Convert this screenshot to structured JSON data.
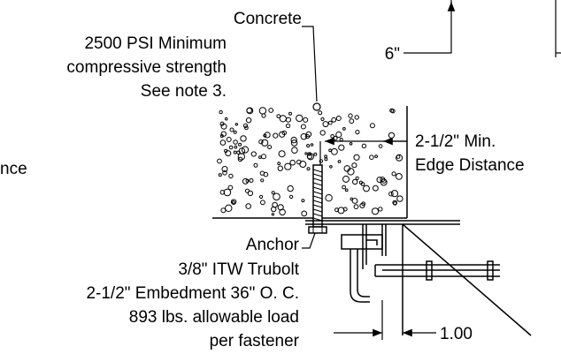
{
  "concrete_label": {
    "line1": "Concrete",
    "line2": "2500 PSI Minimum",
    "line3": "compressive strength",
    "line4": "See note 3."
  },
  "dimension_top": "6\"",
  "edge_label": {
    "line1": "2-1/2\" Min.",
    "line2": "Edge Distance"
  },
  "left_partial_text": "nce",
  "anchor_label": {
    "line1": "Anchor",
    "line2": "3/8\" ITW Trubolt",
    "line3": "2-1/2\" Embedment 36\" O. C.",
    "line4": "893 lbs. allowable load",
    "line5": "per fastener"
  },
  "dimension_bottom": "1.00"
}
